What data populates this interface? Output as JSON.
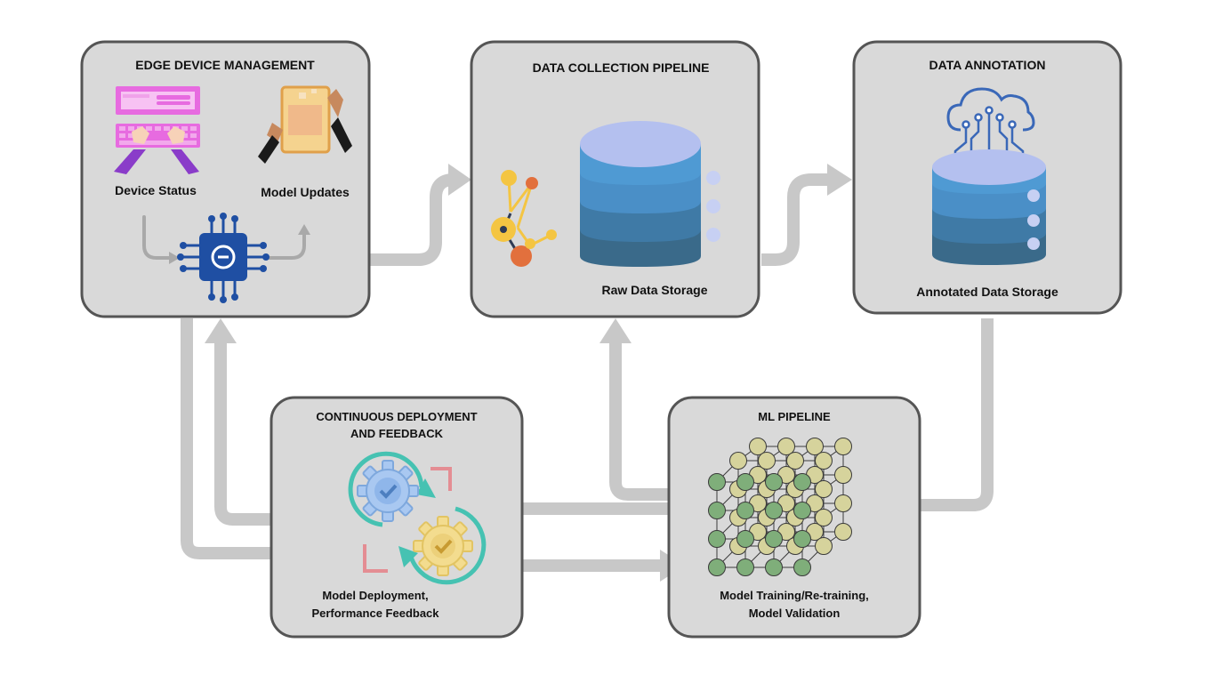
{
  "colors": {
    "panel": "#d9d9d9",
    "panel_border": "#555555",
    "flow_arrow": "#c8c8c8",
    "chip": "#1f4fa3",
    "db_top": "#b4c0ef",
    "db_mid": "#4a8fc7",
    "db_low": "#3f7aa6",
    "db_bottom": "#3a6a8a",
    "node_green": "#7fae7a",
    "node_khaki": "#d6d39c",
    "gear_blue": "#a9c8f1",
    "gear_yellow": "#f3dc8f",
    "cycle_teal": "#46c2b2",
    "bracket_pink": "#e48d93"
  },
  "boxes": {
    "edge": {
      "title": "EDGE DEVICE MANAGEMENT",
      "device_status": "Device Status",
      "model_updates": "Model Updates"
    },
    "collection": {
      "title": "DATA COLLECTION PIPELINE",
      "storage": "Raw Data Storage"
    },
    "annotation": {
      "title": "DATA ANNOTATION",
      "storage": "Annotated Data Storage"
    },
    "deployment": {
      "title_line1": "CONTINUOUS DEPLOYMENT",
      "title_line2": "AND FEEDBACK",
      "label_line1": "Model Deployment,",
      "label_line2": "Performance Feedback"
    },
    "ml": {
      "title": "ML PIPELINE",
      "label_line1": "Model Training/Re-training,",
      "label_line2": "Model Validation"
    }
  },
  "icons": {
    "keyboard": "keyboard-hands-icon",
    "tablet": "tablet-hands-icon",
    "chip": "processor-chip-icon",
    "database": "database-icon",
    "molecule": "molecule-graph-icon",
    "cloud_db": "cloud-database-icon",
    "gears": "gear-cycle-icon",
    "network": "neural-network-icon"
  }
}
